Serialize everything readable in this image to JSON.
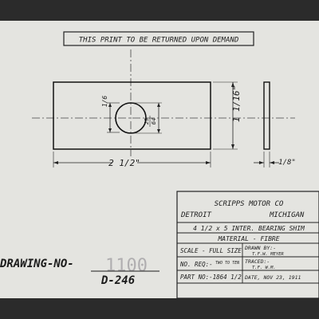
{
  "header": {
    "notice": "THIS PRINT TO BE RETURNED UPON DEMAND"
  },
  "dimensions": {
    "hole_offset": "1/6",
    "height": "1 1/16\"",
    "hole_diameter_num": "29",
    "hole_diameter_den": "64",
    "length": "2 1/2\"",
    "thickness": "1/8\""
  },
  "title_block": {
    "company": "SCRIPPS MOTOR CO",
    "city": "DETROIT",
    "state": "MICHIGAN",
    "part_name": "4 1/2 x 5 INTER. BEARING SHIM",
    "material": "MATERIAL - FIBRE",
    "scale": "SCALE - FULL SIZE",
    "drawn_by_label": "DRAWN BY:-",
    "drawn_by_value": "T.F.W. MEYER",
    "no_req_label": "NO. REQ:-",
    "no_req_value": "TWO TO TEN",
    "traced_label": "TRACED:-",
    "traced_value": "T.F. W.M.",
    "part_no": "PART NO:-1864 1/2",
    "date": "DATE, NOV 23, 1911"
  },
  "drawing_number": {
    "label": "DRAWING-NO-",
    "struck": "1100",
    "value": "D-246"
  }
}
